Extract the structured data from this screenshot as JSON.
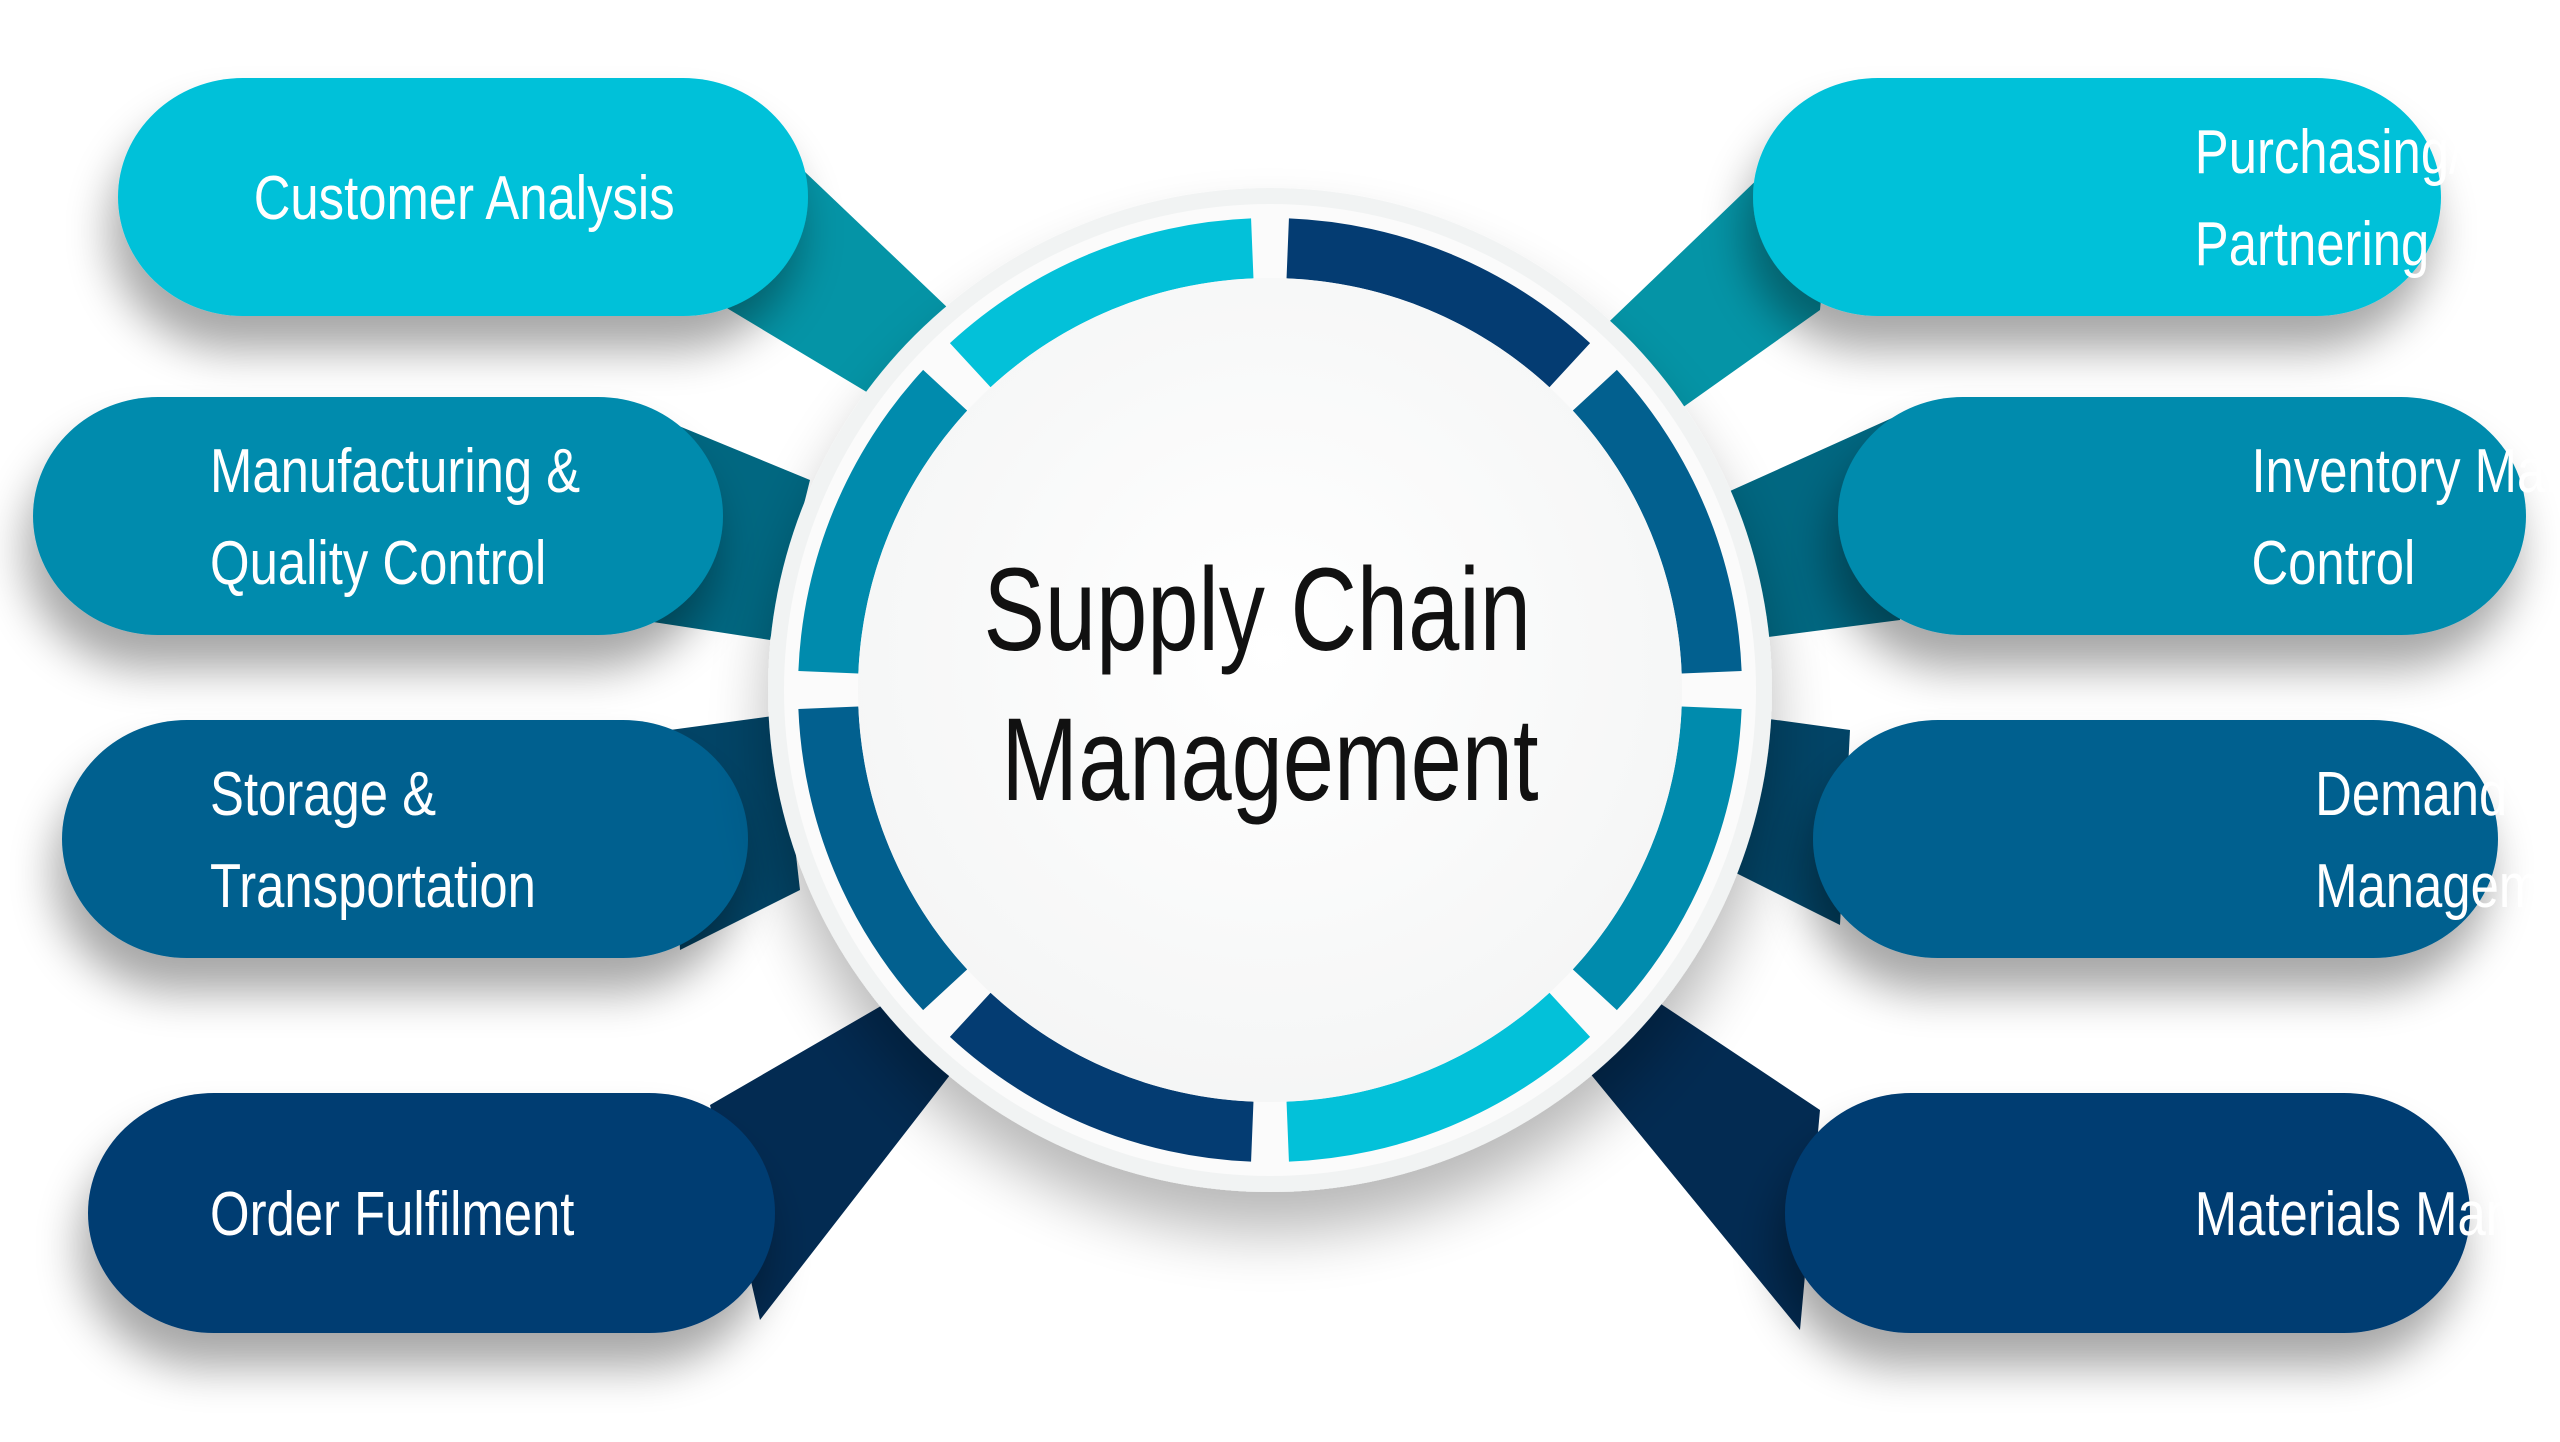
{
  "title": {
    "lines": [
      "Supply Chain",
      "Management"
    ]
  },
  "colors": {
    "cyan": "#03C1D9",
    "cyan_connector": "#0594A6",
    "teal": "#008BAD",
    "teal_connector": "#016781",
    "blue": "#02608F",
    "blue_connector": "#024466",
    "navy": "#043C72",
    "navy_connector": "#032B52",
    "ring_bg": "#F1F3F3",
    "center_fill": "#FCFCFC",
    "text_dark": "#111111",
    "text_light": "#FFFFFF"
  },
  "ring_segments": [
    {
      "position": "top-left",
      "color": "cyan"
    },
    {
      "position": "top-right",
      "color": "navy"
    },
    {
      "position": "right-upper",
      "color": "blue"
    },
    {
      "position": "right-lower",
      "color": "teal"
    },
    {
      "position": "bottom-right",
      "color": "cyan"
    },
    {
      "position": "bottom-left",
      "color": "navy"
    },
    {
      "position": "left-lower",
      "color": "blue"
    },
    {
      "position": "left-upper",
      "color": "teal"
    }
  ],
  "left_items": [
    {
      "id": "customer-analysis",
      "lines": [
        "Customer Analysis"
      ],
      "color": "cyan"
    },
    {
      "id": "manufacturing-quality-control",
      "lines": [
        "Manufacturing &",
        "Quality Control"
      ],
      "color": "teal"
    },
    {
      "id": "storage-transportation",
      "lines": [
        "Storage &",
        "Transportation"
      ],
      "color": "blue"
    },
    {
      "id": "order-fulfilment",
      "lines": [
        "Order Fulfilment"
      ],
      "color": "navy"
    }
  ],
  "right_items": [
    {
      "id": "purchasing-supplier-partnering",
      "lines": [
        "Purchasing/ Supplier",
        "Partnering"
      ],
      "color": "cyan"
    },
    {
      "id": "inventory-management-control",
      "lines": [
        "Inventory Management",
        "Control"
      ],
      "color": "teal"
    },
    {
      "id": "demand-lead-management",
      "lines": [
        "Demand & Lead",
        "Management"
      ],
      "color": "blue"
    },
    {
      "id": "materials-management",
      "lines": [
        "Materials Management"
      ],
      "color": "navy"
    }
  ]
}
